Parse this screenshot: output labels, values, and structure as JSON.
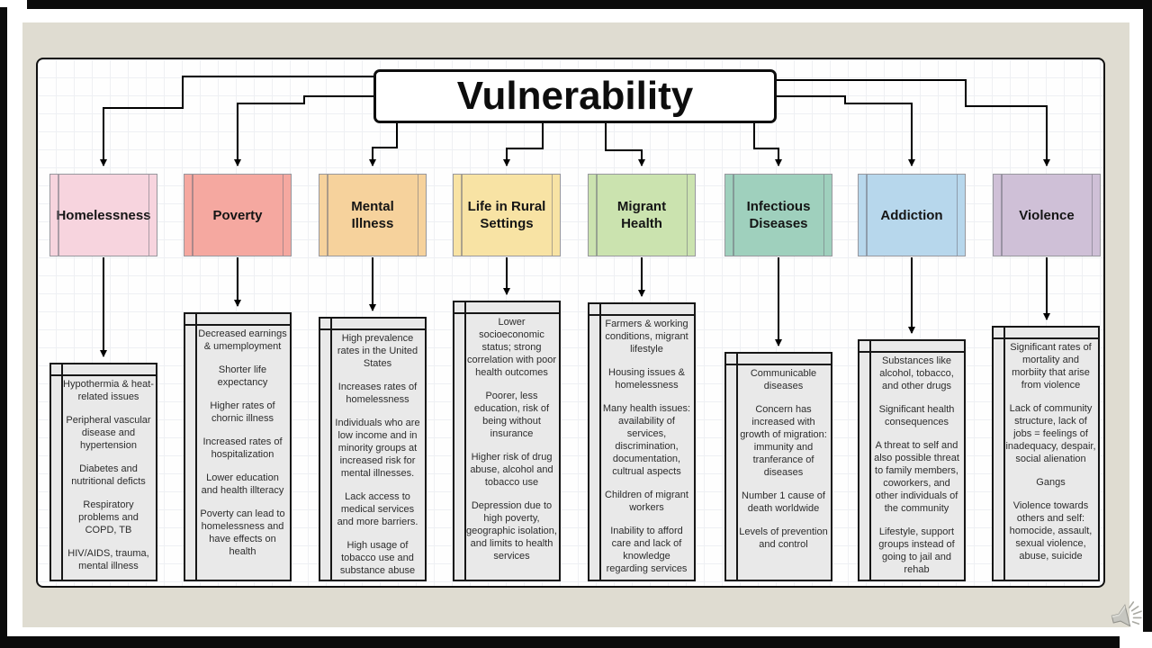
{
  "slide": {
    "title": "Vulnerability",
    "audio_icon": "speaker-icon"
  },
  "colors": {
    "mat": "#dfdcd1",
    "board_border": "#111111",
    "connector": "#000000",
    "detail_fill": "#e9e9e9"
  },
  "categories": [
    {
      "label": "Homelessness",
      "color": "#f7d4de",
      "items": [
        "Hypothermia & heat-related issues",
        "Peripheral vascular disease and hypertension",
        "Diabetes and nutritional deficts",
        "Respiratory problems and COPD, TB",
        "HIV/AIDS, trauma, mental illness"
      ]
    },
    {
      "label": "Poverty",
      "color": "#f5a8a0",
      "items": [
        "Decreased earnings & umemployment",
        "Shorter life expectancy",
        "Higher rates of chornic illness",
        "Increased rates of hospitalization",
        "Lower education and health illteracy",
        "Poverty can lead to homelessness and have effects on health"
      ]
    },
    {
      "label": "Mental Illness",
      "color": "#f6d29c",
      "items": [
        "High prevalence rates in the United States",
        "Increases rates of homelessness",
        "Individuals who are low income and in minority groups at increased risk for mental illnesses.",
        "Lack access to medical services and more barriers.",
        "High usage of tobacco use and substance abuse"
      ]
    },
    {
      "label": "Life in Rural Settings",
      "color": "#f8e3a4",
      "items": [
        "Lower socioeconomic status; strong correlation with poor health outcomes",
        "Poorer, less education, risk of being without insurance",
        "Higher risk of drug abuse, alcohol and tobacco use",
        "Depression due to high poverty, geographic isolation, and limits to health services"
      ]
    },
    {
      "label": "Migrant Health",
      "color": "#cbe3af",
      "items": [
        "Farmers & working conditions, migrant lifestyle",
        "Housing issues & homelessness",
        "Many health issues: availability of services, discrimination, documentation, cultrual aspects",
        "Children of migrant workers",
        "Inability to afford care and lack of knowledge regarding services"
      ]
    },
    {
      "label": "Infectious Diseases",
      "color": "#9fd0bd",
      "items": [
        "Communicable diseases",
        "Concern has increased with growth of migration: immunity and tranferance of diseases",
        "Number 1 cause of death worldwide",
        "Levels of prevention and control"
      ]
    },
    {
      "label": "Addiction",
      "color": "#b7d7ec",
      "items": [
        "Substances like alcohol, tobacco, and other drugs",
        "Significant health consequences",
        "A threat to self and also possible threat to family members, coworkers, and other individuals of the community",
        "Lifestyle, support groups instead of going to jail and rehab"
      ]
    },
    {
      "label": "Violence",
      "color": "#cfc0d7",
      "items": [
        "Significant rates of mortality and morbiity that arise from violence",
        "Lack of community structure, lack of jobs = feelings of inadequacy, despair, social alienation",
        "Gangs",
        "Violence towards others and self: homocide, assault, sexual violence, abuse, suicide"
      ]
    }
  ]
}
